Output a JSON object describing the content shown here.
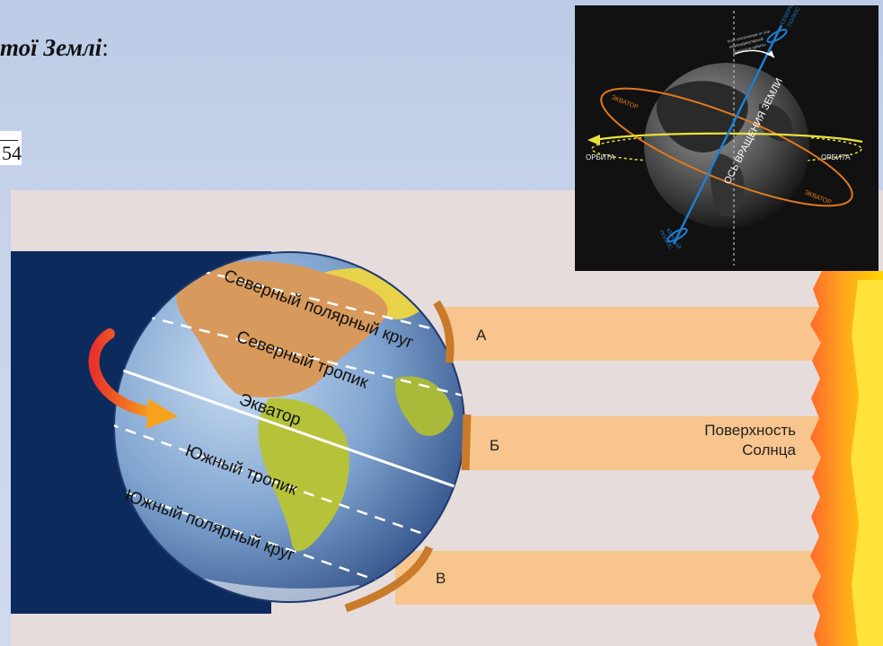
{
  "slide": {
    "title_fragment": "тої Землі",
    "title_colon": ":",
    "formula_fragment": "54"
  },
  "diagram": {
    "globe_lines": [
      "Северный полярный круг",
      "Северный тропик",
      "Экватор",
      "Южный тропик",
      "Южный полярный круг"
    ],
    "beams": [
      "А",
      "Б",
      "В"
    ],
    "sun_label_line1": "Поверхность",
    "sun_label_line2": "Солнца"
  },
  "inset": {
    "north_pole_line1": "СЕВЕРНЫЙ",
    "north_pole_line2": "ПОЛЮС",
    "south_pole_line1": "ЮЖНЫЙ",
    "south_pole_line2": "ПОЛЮС",
    "axis_label": "ОСЬ ВРАЩЕНИЯ ЗЕМЛИ",
    "orbit_left": "ОРБИТА",
    "orbit_right": "ОРБИТА",
    "equator_upper": "ЭКВАТОР",
    "equator_lower": "ЭКВАТОР",
    "tilt_note_line1": "Угол отклонения от оси",
    "tilt_note_line2": "перпендикулярной",
    "tilt_note_line3": "плоскости орбиты"
  },
  "colors": {
    "space": "#0d2a5c",
    "backdrop": "#e6dcdc",
    "beam": "#f7c58d",
    "beam_edge": "#c97a2a",
    "sun": "#f5b400",
    "equator_orange": "#e07a1e",
    "axis_blue": "#1e7fd1",
    "orbit_yellow": "#e8e23a"
  },
  "icons": {
    "rotation_arrow": "curved-arrow-icon"
  }
}
